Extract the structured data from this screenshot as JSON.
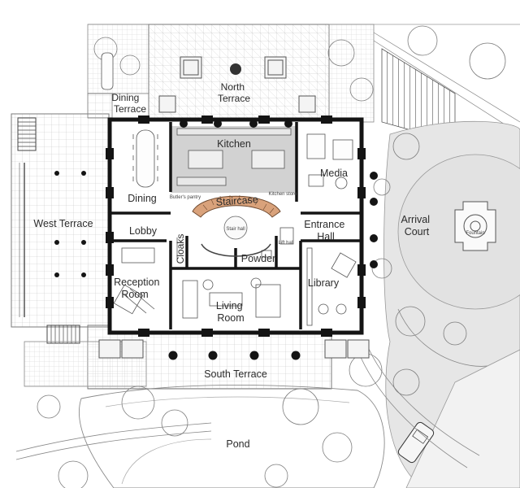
{
  "colors": {
    "wall": "#141414",
    "interior_floor": "#ffffff",
    "kitchen_floor": "#d2d2d2",
    "staircase": "#d9a27b",
    "paving_grid": "#bdbdbd",
    "landscape_line": "#8a8a8a",
    "background": "#ffffff"
  },
  "rooms": {
    "dining_terrace": [
      "Dining",
      "Terrace"
    ],
    "north_terrace": [
      "North",
      "Terrace"
    ],
    "kitchen": "Kitchen",
    "media": "Media",
    "dining": "Dining",
    "staircase": "Staircase",
    "west_terrace": "West Terrace",
    "lobby": "Lobby",
    "cloaks": "Cloaks",
    "powder": "Powder",
    "entrance_hall": [
      "Entrance",
      "Hall"
    ],
    "arrival_court": [
      "Arrival",
      "Court"
    ],
    "reception_room": [
      "Reception",
      "Room"
    ],
    "living_room": [
      "Living",
      "Room"
    ],
    "library": "Library",
    "south_terrace": "South Terrace",
    "pond": "Pond"
  },
  "small_labels": {
    "stair_hall": "Stair hall",
    "fountain": "Fountain",
    "kitchen_store": "Kitchen store",
    "butlers_pantry": "Butler's pantry",
    "lift_hall": "Lift hall"
  },
  "icons": {
    "column": "column-icon",
    "planter": "planter-icon",
    "tree": "tree-icon",
    "fountain": "fountain-icon",
    "car": "car-icon"
  }
}
